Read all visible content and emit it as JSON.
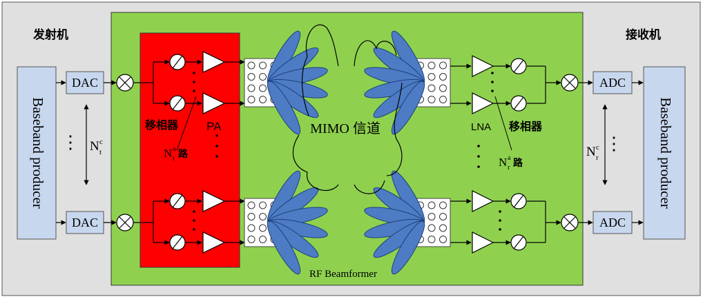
{
  "colors": {
    "outer_bg": "#e0e0e0",
    "beamformer_bg": "#8fd14f",
    "tx_phase_block": "#ff0000",
    "baseband_fill": "#c7d7ee",
    "converter_fill": "#c7d7ee",
    "beam_lobe": "#4d7cc4",
    "amp_fill": "#ffffff"
  },
  "labels": {
    "transmitter": "发射机",
    "receiver": "接收机",
    "baseband_tx": "Baseband producer",
    "baseband_rx": "Baseband producer",
    "dac": "DAC",
    "adc": "ADC",
    "tx_phase_shifter": "移相器",
    "rx_phase_shifter": "移相器",
    "pa": "PA",
    "lna": "LNA",
    "channel": "MIMO 信道",
    "rf_beamformer": "RF Beamformer",
    "ellipsis": "⋮",
    "ntc_main": "N",
    "ntc_sup": "c",
    "ntc_sub": "t",
    "nrc_main": "N",
    "nrc_sup": "c",
    "nrc_sub": "r",
    "nta_main": "N",
    "nta_sup": "a",
    "nta_sub": "t",
    "nta_suffix": "路",
    "nra_main": "N",
    "nra_sup": "a",
    "nra_sub": "r",
    "nra_suffix": "路"
  }
}
